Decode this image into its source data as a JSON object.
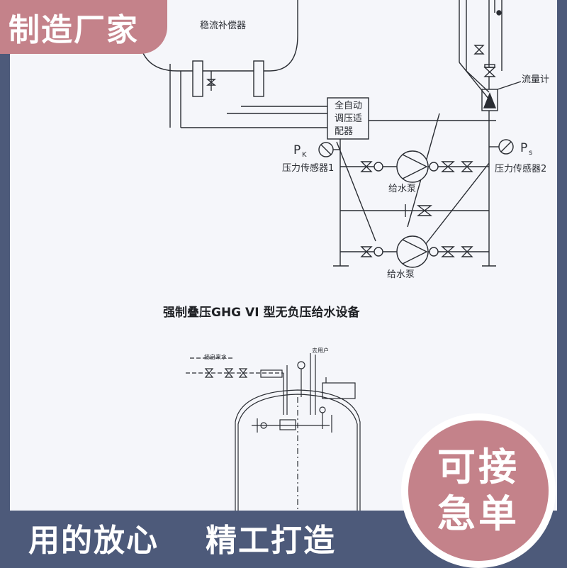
{
  "header_badge": {
    "label": "制造厂家"
  },
  "diagram1": {
    "tank_label": "稳流补偿器",
    "controller_lines": [
      "全自动",
      "调压适",
      "配器"
    ],
    "pk_symbol": "P",
    "pk_subscript": "K",
    "ps_symbol": "P",
    "ps_subscript": "s",
    "sensor1_label": "压力传感器1",
    "sensor2_label": "压力传感器2",
    "flowmeter_label": "流量计",
    "pump1_label": "给水泵",
    "pump2_label": "给水泵"
  },
  "diagram2": {
    "title": "强制叠压GHG VI 型无负压给水设备",
    "inlet_label": "接自来水",
    "outlet_label": "去用户"
  },
  "stamp": {
    "line1": "可接",
    "line2": "急单"
  },
  "slogans": {
    "left": "用的放心",
    "right": "精工打造"
  },
  "colors": {
    "frame": "#4d5a7a",
    "accent": "#c4828a",
    "line": "#2a2d33"
  }
}
